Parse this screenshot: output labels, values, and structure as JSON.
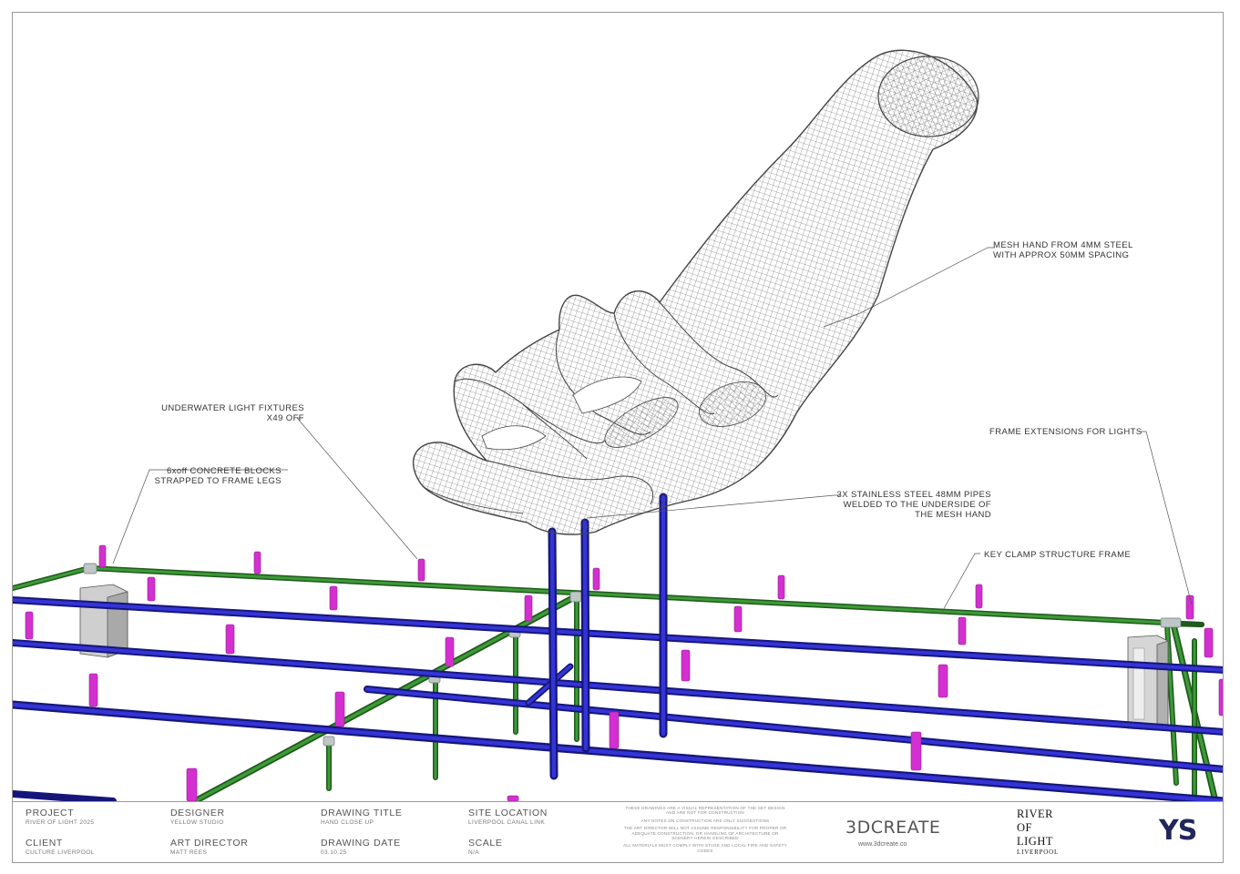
{
  "callouts": {
    "mesh_hand": "MESH HAND FROM 4MM STEEL\nWITH APPROX 50MM SPACING",
    "light_fixtures": "UNDERWATER LIGHT FIXTURES\nX49 OFF",
    "concrete_blocks": "6xoff CONCRETE BLOCKS\nSTRAPPED TO FRAME LEGS",
    "frame_extensions": "FRAME EXTENSIONS FOR LIGHTS",
    "pipes": "3X STAINLESS STEEL 48MM PIPES\nWELDED TO THE UNDERSIDE OF\nTHE MESH HAND",
    "key_clamp": "KEY CLAMP STRUCTURE FRAME"
  },
  "title_block": {
    "project_label": "PROJECT",
    "project_value": "RIVER OF LIGHT 2025",
    "client_label": "CLIENT",
    "client_value": "CULTURE LIVERPOOL",
    "designer_label": "DESIGNER",
    "designer_value": "YELLOW STUDIO",
    "art_director_label": "ART DIRECTOR",
    "art_director_value": "MATT REES",
    "drawing_title_label": "DRAWING TITLE",
    "drawing_title_value": "HAND CLOSE UP",
    "drawing_date_label": "DRAWING DATE",
    "drawing_date_value": "03.10.25",
    "site_location_label": "SITE LOCATION",
    "site_location_value": "LIVERPOOL CANAL LINK",
    "scale_label": "SCALE",
    "scale_value": "N/A",
    "disclaimer_1": "THESE DRAWINGS ARE A VISUAL REPRESENTATION OF THE SET DESIGN AND ARE NOT FOR CONSTRUCTION",
    "disclaimer_2": "ANY NOTES ON CONSTRUCTION ARE ONLY SUGGESTIONS",
    "disclaimer_3": "THE ART DIRECTOR WILL NOT ASSUME RESPONSIBILITY FOR PROPER OR ADEQUATE CONSTRUCTION, OR HANDLING OF ARCHITECTURE OR SCENERY HEREIN DESCRIBED",
    "disclaimer_4": "ALL MATERIALS MUST COMPLY WITH STAGE AND LOCAL FIRE AND SAFETY CODES",
    "brand_3dcreate": "3DCREATE",
    "brand_3dcreate_url": "www.3dcreate.co",
    "rol_line1": "RIVER",
    "rol_line2": "OF",
    "rol_line3": "LIGHT",
    "rol_line4": "LIVERPOOL",
    "ys_logo": "YS"
  },
  "colors": {
    "green_frame": "#2e7a2a",
    "blue_frame": "#2b2bc4",
    "magenta_light": "#d42fd0",
    "concrete_block": "#c8c8c8",
    "mesh": "#555555"
  },
  "icons": [
    "3dcreate-logo",
    "river-of-light-logo",
    "ys-logo"
  ]
}
